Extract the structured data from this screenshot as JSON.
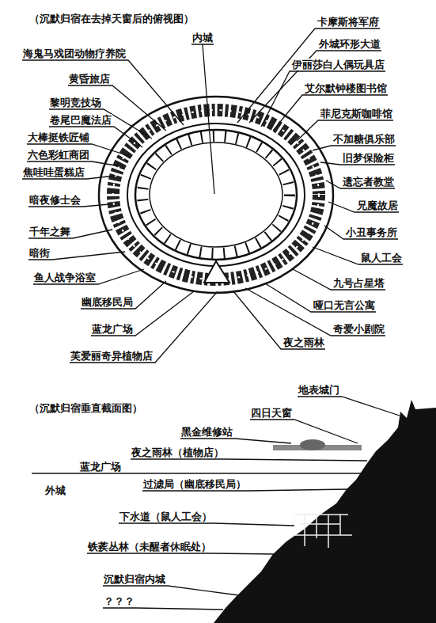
{
  "diagram": {
    "title": "（沉默归宿在去掉天窗后的俯视图）",
    "labels": [
      "内城",
      "卡摩斯将军府",
      "海鬼马戏团动物疗养院",
      "外城环形大道",
      "伊丽莎白人偶玩具店",
      "黄昏旅店",
      "艾尔默钟楼图书馆",
      "黎明竞技场",
      "菲尼克斯咖啡馆",
      "卷尾巴魔法店",
      "不加糖俱乐部",
      "大棒挺铁匠铺",
      "旧梦保险柜",
      "六色彩虹商团",
      "焦哇哇蛋糕店",
      "遗忘者教堂",
      "兄魔故居",
      "暗夜修士会",
      "小丑事务所",
      "千年之舞",
      "鼠人工会",
      "暗街",
      "九号占星塔",
      "鱼人战争浴室",
      "哑口无言公寓",
      "幽底移民局",
      "奇爱小剧院",
      "蓝龙广场",
      "夜之雨林",
      "芙爱丽奇异植物店",
      "（沉默归宿垂直截面图）",
      "地表城门",
      "四日天窗",
      "黑金维修站",
      "夜之雨林（植物店）",
      "蓝龙广场",
      "外城",
      "过滤局（幽底移民局）",
      "下水道（鼠人工会）",
      "铁蒺丛林（未醒者休眠处）",
      "沉默归宿内城",
      "？？？"
    ]
  }
}
